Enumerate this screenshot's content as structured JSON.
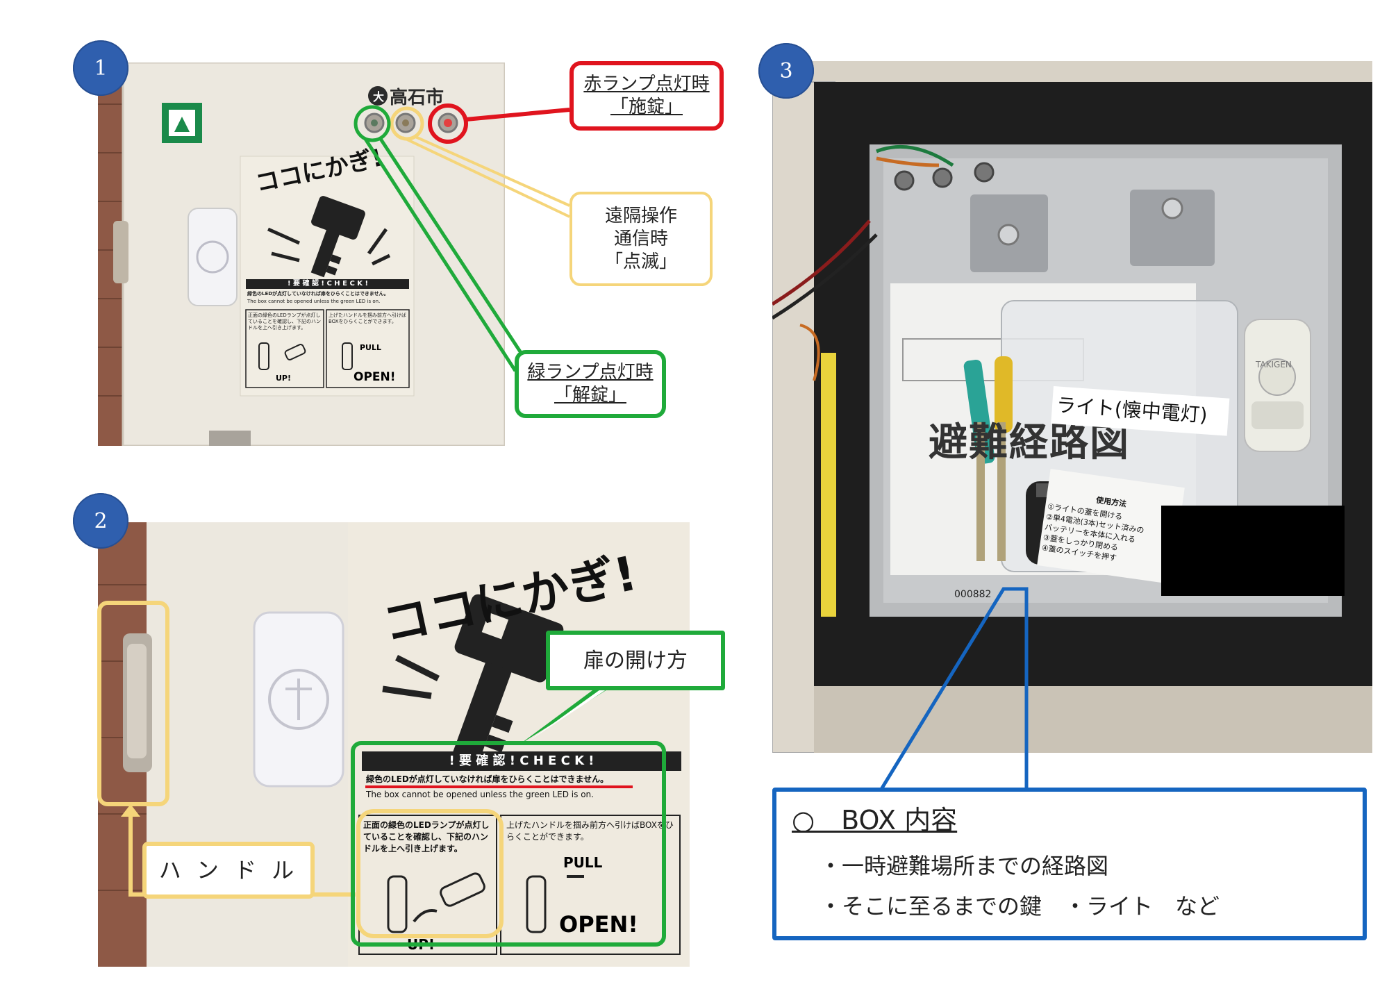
{
  "panels": [
    {
      "number": "1"
    },
    {
      "number": "2"
    },
    {
      "number": "3"
    }
  ],
  "panel1": {
    "city_mark": "高石市",
    "sticker_headline": "ココにかぎ!",
    "check_header": "! 要 確 認 ! C H E C K !",
    "check_jp": "緑色のLEDが点灯していなければ扉をひらくことはできません。",
    "check_en": "The box cannot be opened unless the green LED is on.",
    "step1_text": "正面の緑色のLEDランプが点灯していることを確認し、下記のハンドルを上へ引き上げます。",
    "step2_text": "上げたハンドルを掴み前方へ引けばBOXをひらくことができます。",
    "up_label": "UP!",
    "pull_label": "PULL",
    "open_label": "OPEN!"
  },
  "callouts": {
    "red": {
      "line1": "赤ランプ点灯時",
      "line2": "「施錠」",
      "color": "#e0141e"
    },
    "yellow": {
      "line1": "遠隔操作",
      "line2": "通信時",
      "line3": "「点滅」",
      "color": "#f5d57a"
    },
    "green": {
      "line1": "緑ランプ点灯時",
      "line2": "「解錠」",
      "color": "#1faa3a"
    },
    "door": {
      "label": "扉の開け方",
      "color": "#1faa3a"
    },
    "handle": {
      "label": "ハ ン ド ル",
      "color": "#f5d57a"
    }
  },
  "panel2": {
    "sticker_headline": "ココにかぎ!",
    "check_header": "! 要 確 認 ! C H E C K !",
    "check_jp": "緑色のLEDが点灯していなければ扉をひらくことはできません。",
    "check_en": "The box cannot be opened unless the green LED is on.",
    "step1_text": "正面の緑色のLEDランプが点灯していることを確認し、下記のハンドルを上へ引き上げます。",
    "step2_text": "上げたハンドルを掴み前方へ引けばBOXをひらくことができます。",
    "up_label": "UP!",
    "pull_label": "PULL",
    "open_label": "OPEN!"
  },
  "panel3": {
    "map_label": "避難経路図",
    "light_label": "ライト(懐中電灯)",
    "usage_title": "使用方法",
    "usage_lines": [
      "①ライトの蓋を開ける",
      "②単4電池(3本)セット済みの",
      "バッテリーを本体に入れる",
      "③蓋をしっかり閉める",
      "④蓋のスイッチを押す"
    ],
    "serial_text": "000882",
    "brand_text": "TAKIGEN"
  },
  "contents_box": {
    "title": "○　BOX 内容",
    "item1": "・一時避難場所までの経路図",
    "item2": "・そこに至るまでの鍵　・ライト　など",
    "color": "#1565c0"
  }
}
